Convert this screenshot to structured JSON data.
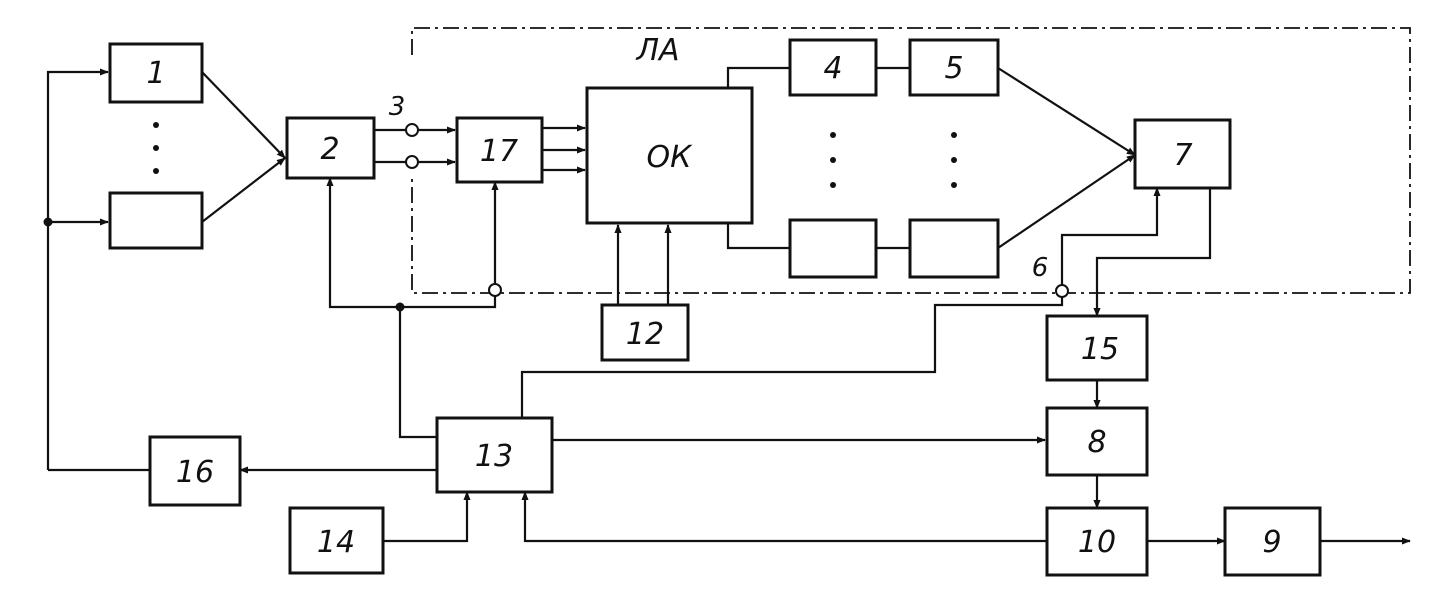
{
  "blocks": {
    "b1": "1",
    "b2": "2",
    "b4": "4",
    "b5": "5",
    "b7": "7",
    "b8": "8",
    "b9": "9",
    "b10": "10",
    "b12": "12",
    "b13": "13",
    "b14": "14",
    "b15": "15",
    "b16": "16",
    "b17": "17",
    "ok": "ОК"
  },
  "labels": {
    "la": "ЛА",
    "node3": "3",
    "node6": "6"
  },
  "ellipsis": "⋮"
}
